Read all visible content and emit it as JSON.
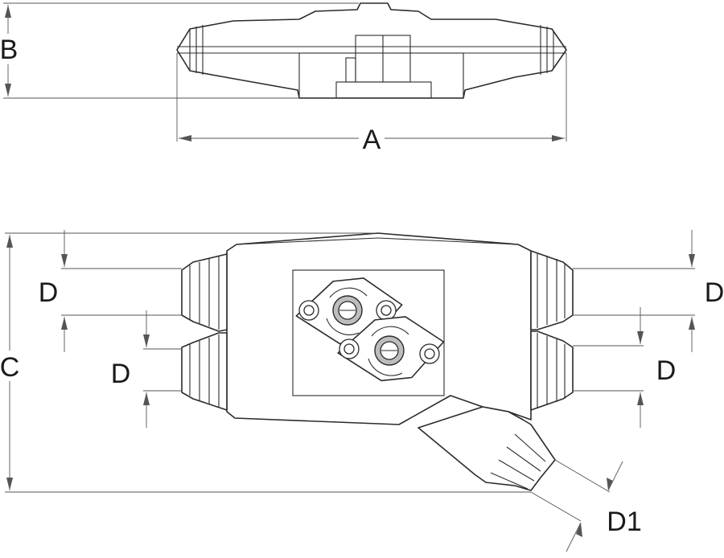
{
  "labels": {
    "a": "A",
    "b": "B",
    "c": "C",
    "d_left_top": "D",
    "d_left_bottom": "D",
    "d_right_top": "D",
    "d_right_bottom": "D",
    "d1": "D1"
  },
  "colors": {
    "line": "#2b2b2b",
    "dimension": "#555555",
    "screw_fill": "#bdbdbd",
    "background": "#ffffff"
  }
}
